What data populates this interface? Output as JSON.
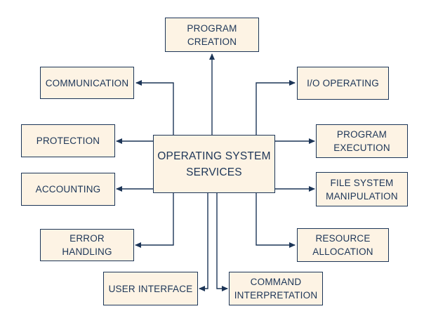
{
  "diagram": {
    "center": "OPERATING SYSTEM\nSERVICES",
    "nodes": {
      "program_creation": "PROGRAM\nCREATION",
      "communication": "COMMUNICATION",
      "io_operating": "I/O OPERATING",
      "protection": "PROTECTION",
      "program_execution": "PROGRAM\nEXECUTION",
      "accounting": "ACCOUNTING",
      "file_system_manipulation": "FILE SYSTEM\nMANIPULATION",
      "error_handling": "ERROR HANDLING",
      "resource_allocation": "RESOURCE\nALLOCATION",
      "user_interface": "USER INTERFACE",
      "command_interpretation": "COMMAND\nINTERPRETATION"
    },
    "colors": {
      "box_fill": "#fdf3e4",
      "line": "#1c3557",
      "text": "#1c3557"
    }
  }
}
